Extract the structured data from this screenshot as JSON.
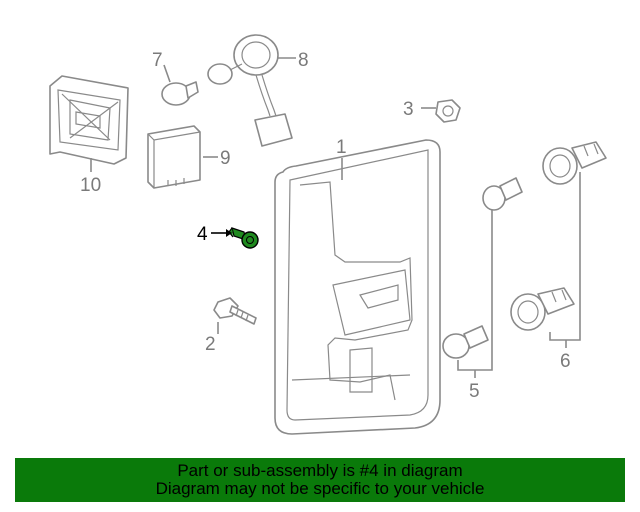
{
  "callouts": {
    "c1": "1",
    "c2": "2",
    "c3": "3",
    "c4": "4",
    "c5": "5",
    "c6": "6",
    "c7": "7",
    "c8": "8",
    "c9": "9",
    "c10": "10"
  },
  "highlighted_part": "4",
  "colors": {
    "highlight": "#1f8a1f",
    "banner": "#0a7a0a",
    "line": "#8a8a8a"
  },
  "banner": {
    "line1": "Part or sub-assembly is #4 in diagram",
    "line2": "Diagram may not be specific to your vehicle"
  }
}
